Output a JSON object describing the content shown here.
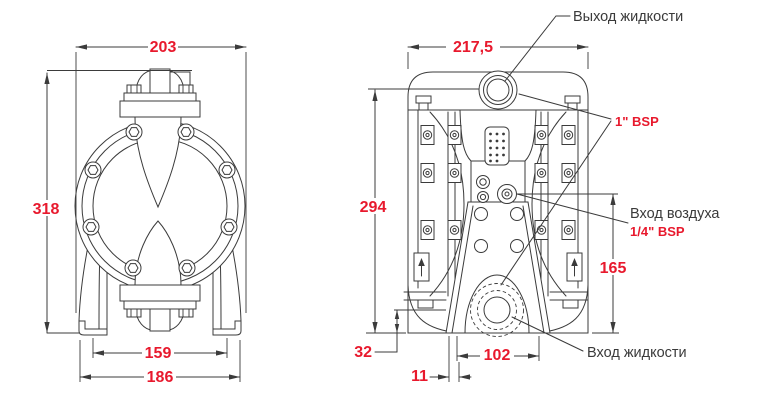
{
  "meta": {
    "type": "dimensional technical drawing",
    "subject": "air operated diaphragm pump, two orthographic views"
  },
  "colors": {
    "dimension_red": "#e8192d",
    "line": "#3b3b3b",
    "label_text": "#3a3a3a",
    "background": "#ffffff"
  },
  "views": {
    "side_view": {
      "dimensions": {
        "overall_width": "203",
        "overall_height": "318",
        "foot_span_inner": "159",
        "foot_span_outer": "186"
      }
    },
    "front_view": {
      "dimensions": {
        "overall_width": "217,5",
        "overall_height": "294",
        "air_inlet_height": "165",
        "inlet_center_height": "32",
        "foot_hole_span": "102",
        "foot_slot_width": "11"
      }
    }
  },
  "callouts": {
    "liquid_outlet": "Выход жидкости",
    "outlet_inlet_thread": "1\" BSP",
    "air_inlet": "Вход воздуха",
    "air_inlet_thread": "1/4\" BSP",
    "liquid_inlet": "Вход жидкости"
  }
}
